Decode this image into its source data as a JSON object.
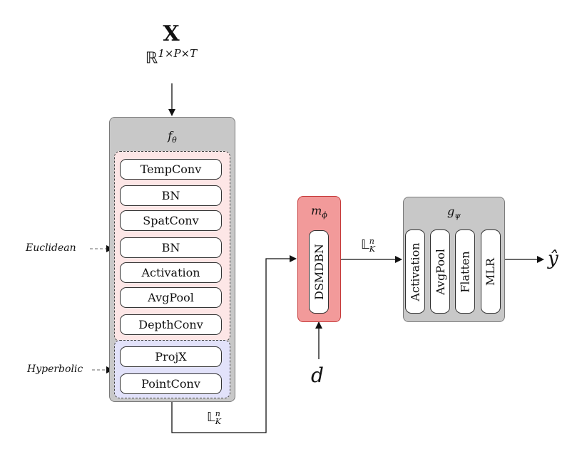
{
  "input": {
    "symbol": "X",
    "space": "ℝ",
    "space_exp": "1×P×T"
  },
  "f_block": {
    "title": "f",
    "title_sub": "θ",
    "euclidean_label": "Euclidean",
    "hyperbolic_label": "Hyperbolic",
    "layers": [
      "TempConv",
      "BN",
      "SpatConv",
      "BN",
      "Activation",
      "AvgPool",
      "DepthConv"
    ],
    "hyperbolic_layers": [
      "ProjX",
      "PointConv"
    ]
  },
  "m_block": {
    "title": "m",
    "title_sub": "ϕ",
    "layer": "DSMDBN",
    "domain_input": "d"
  },
  "g_block": {
    "title": "g",
    "title_sub": "ψ",
    "layers": [
      "Activation",
      "AvgPool",
      "Flatten",
      "MLR"
    ]
  },
  "edges": {
    "lorentz_symbol": "𝕃",
    "lorentz_sup": "n",
    "lorentz_sub": "K"
  },
  "output": {
    "symbol": "ŷ"
  },
  "colors": {
    "panel_gray": "#c8c8c8",
    "euclidean_fill": "#fde6e6",
    "hyperbolic_fill": "#e2e2fa",
    "m_block_fill": "#f29a9a",
    "m_block_border": "#c53a3a"
  }
}
